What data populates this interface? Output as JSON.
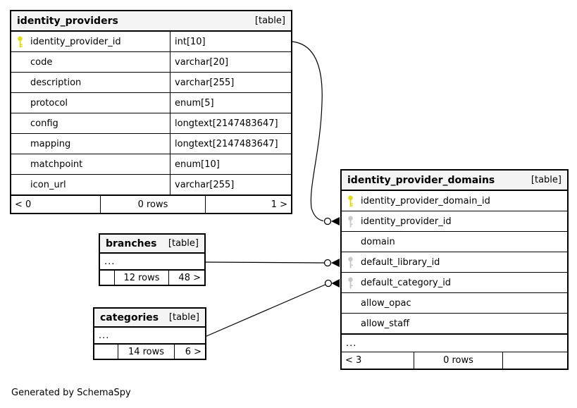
{
  "page": {
    "footer_note": "Generated by SchemaSpy"
  },
  "colors": {
    "primary_key": "#e3dc13",
    "foreign_key": "#c9c9c9",
    "header_bg": "#f4f4f4",
    "line": "#000000"
  },
  "tables": {
    "identity_providers": {
      "title": "identity_providers",
      "tag": "[table]",
      "columns": [
        {
          "name": "identity_provider_id",
          "type": "int[10]",
          "key_class": "key-primary"
        },
        {
          "name": "code",
          "type": "varchar[20]",
          "key_class": "key-none"
        },
        {
          "name": "description",
          "type": "varchar[255]",
          "key_class": "key-none"
        },
        {
          "name": "protocol",
          "type": "enum[5]",
          "key_class": "key-none"
        },
        {
          "name": "config",
          "type": "longtext[2147483647]",
          "key_class": "key-none"
        },
        {
          "name": "mapping",
          "type": "longtext[2147483647]",
          "key_class": "key-none"
        },
        {
          "name": "matchpoint",
          "type": "enum[10]",
          "key_class": "key-none"
        },
        {
          "name": "icon_url",
          "type": "varchar[255]",
          "key_class": "key-none"
        }
      ],
      "footer": {
        "left": "< 0",
        "center": "0 rows",
        "right": "1 >"
      }
    },
    "identity_provider_domains": {
      "title": "identity_provider_domains",
      "tag": "[table]",
      "columns": [
        {
          "name": "identity_provider_domain_id",
          "key_class": "key-primary"
        },
        {
          "name": "identity_provider_id",
          "key_class": "key-foreign"
        },
        {
          "name": "domain",
          "key_class": "key-none"
        },
        {
          "name": "default_library_id",
          "key_class": "key-foreign"
        },
        {
          "name": "default_category_id",
          "key_class": "key-foreign"
        },
        {
          "name": "allow_opac",
          "key_class": "key-none"
        },
        {
          "name": "allow_staff",
          "key_class": "key-none"
        }
      ],
      "ellipsis": "...",
      "footer": {
        "left": "< 3",
        "center": "0 rows",
        "right": ""
      }
    },
    "branches": {
      "title": "branches",
      "tag": "[table]",
      "ellipsis": "...",
      "footer": {
        "left": "",
        "center": "12 rows",
        "right": "48 >"
      }
    },
    "categories": {
      "title": "categories",
      "tag": "[table]",
      "ellipsis": "...",
      "footer": {
        "left": "",
        "center": "14 rows",
        "right": "6 >"
      }
    }
  }
}
